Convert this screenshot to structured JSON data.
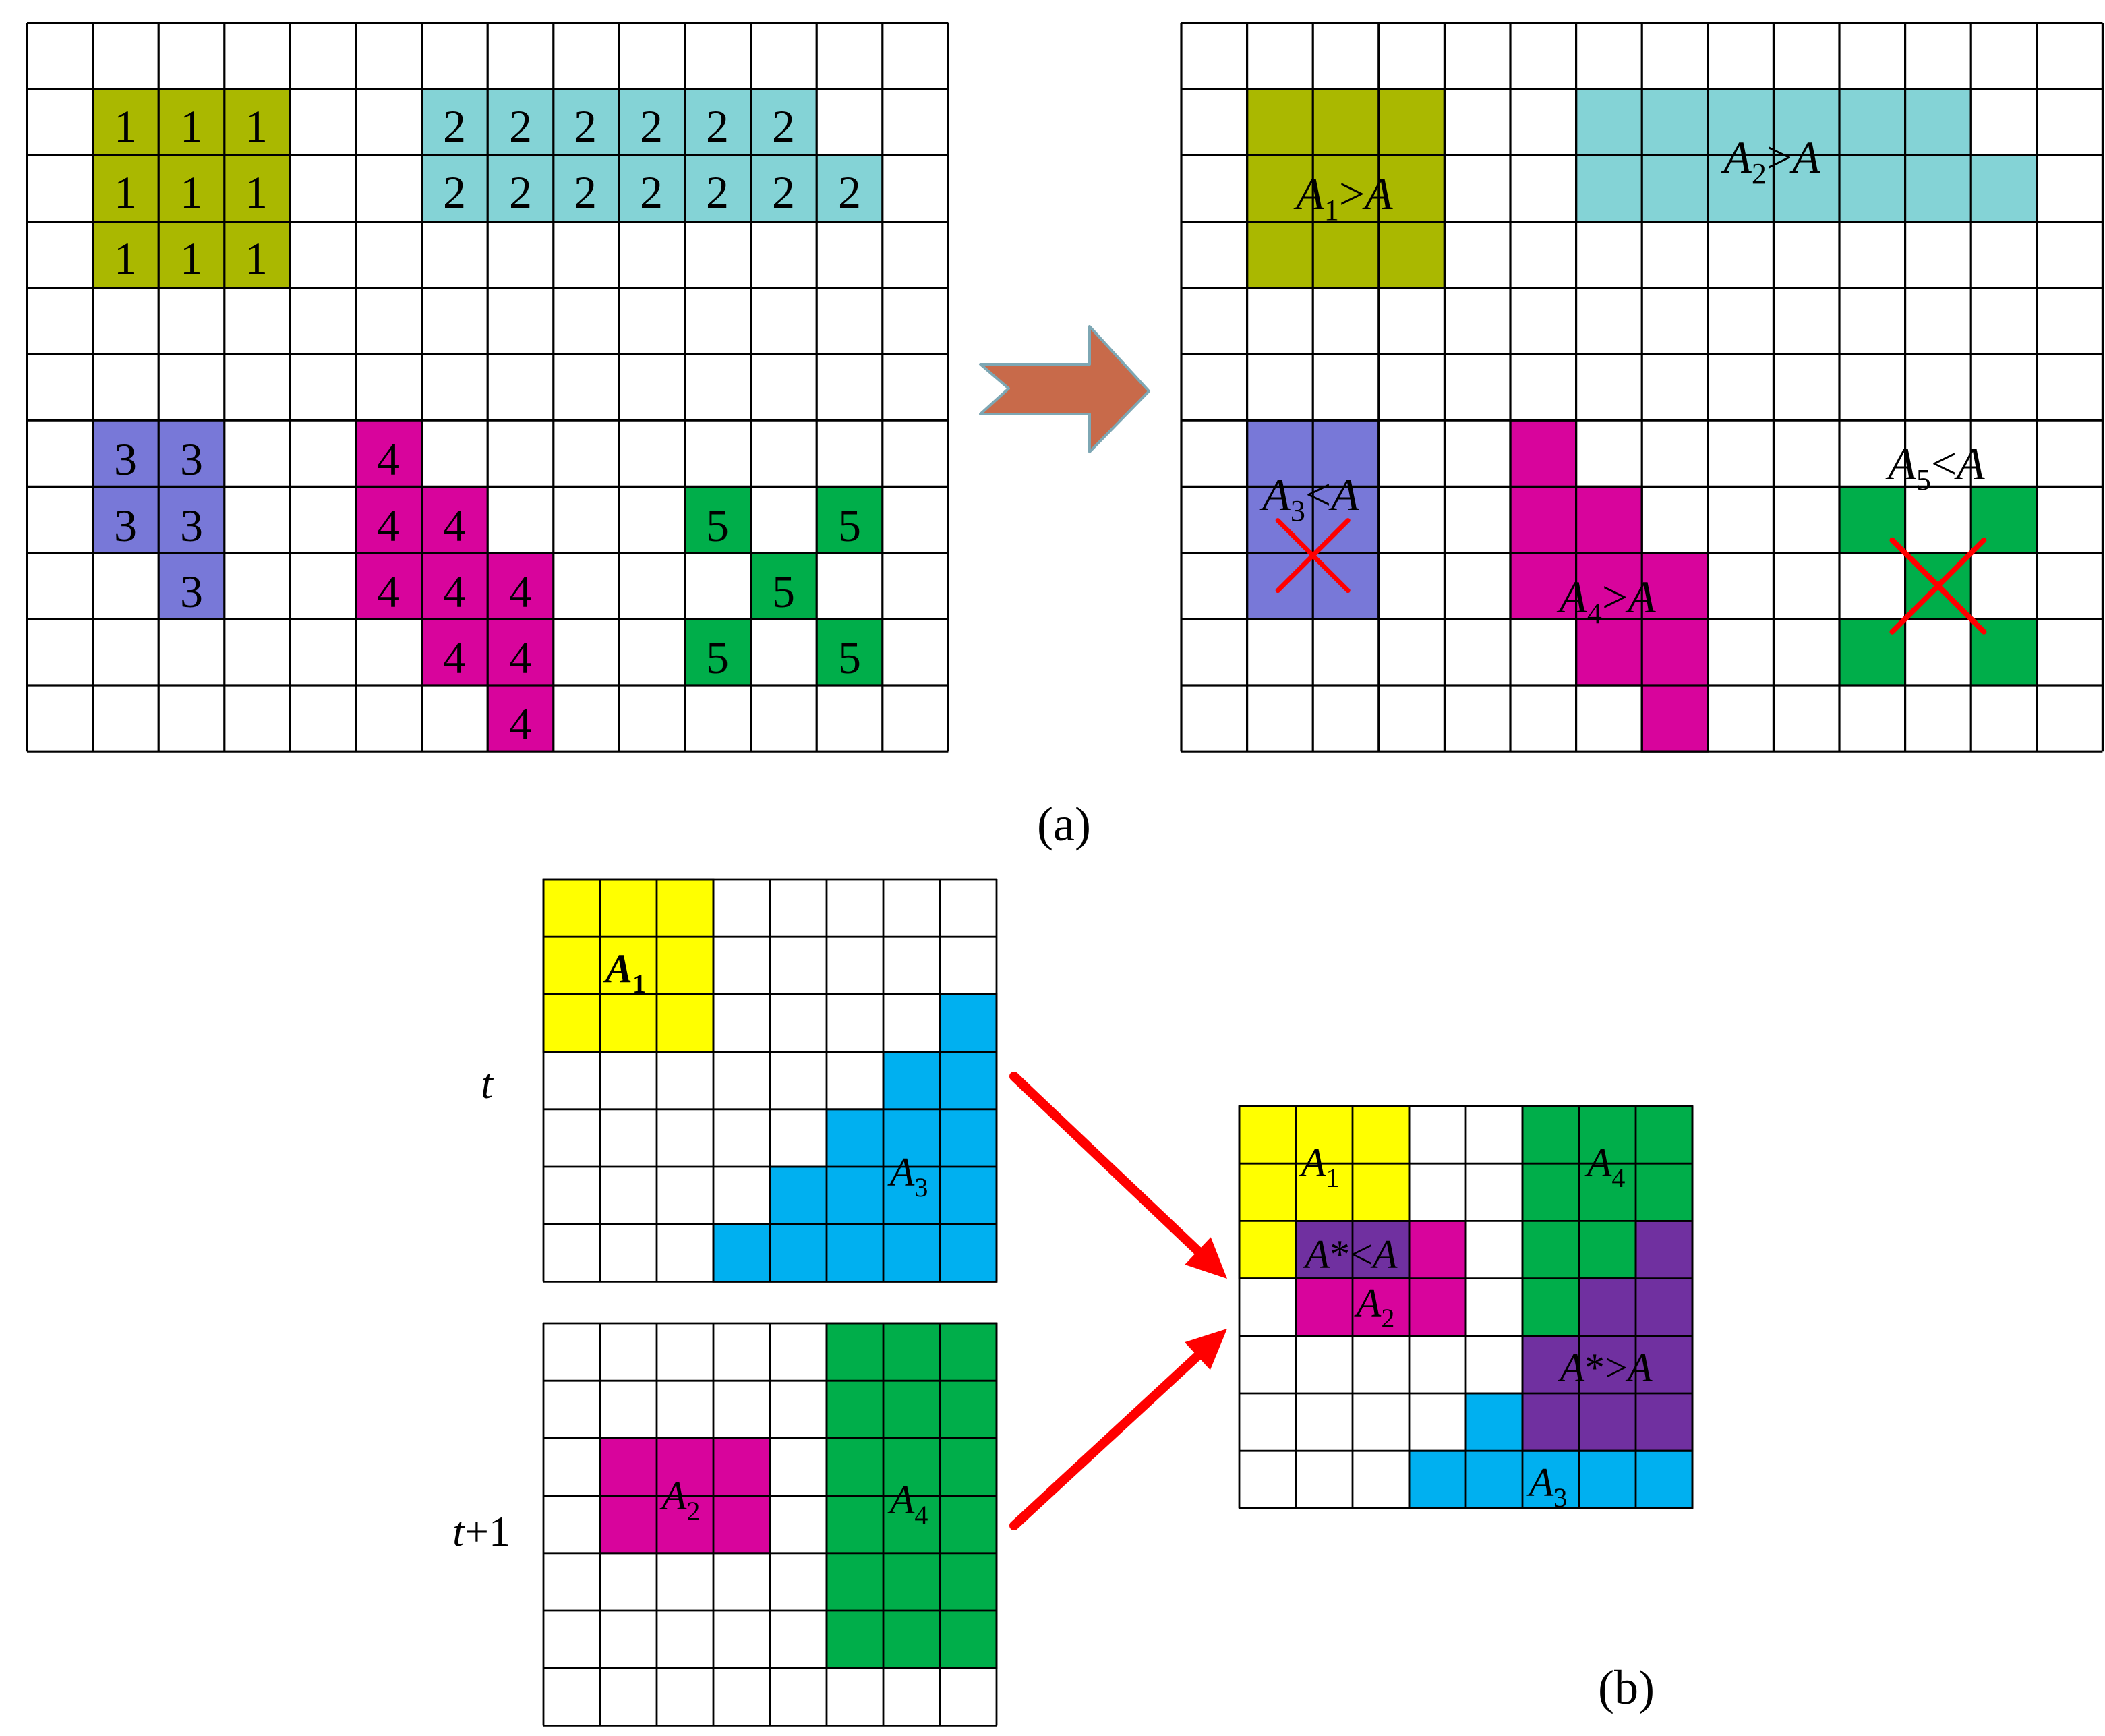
{
  "colors": {
    "olive": "#aab800",
    "cyan": "#84d3d6",
    "lavender": "#7878d8",
    "magenta": "#d8049c",
    "green": "#00ae4a",
    "yellow": "#ffff00",
    "sky": "#00b0f0",
    "purple": "#7030a0",
    "arrow": "#c86a4a",
    "arrow_edge": "#7da7b4",
    "red": "#ff0000",
    "grid": "#000000"
  },
  "panel_a": {
    "caption": "(a)",
    "left_grid": {
      "cols": 14,
      "rows": 11,
      "labels": {
        "r1": [
          "1",
          "1",
          "1",
          "2",
          "2",
          "2",
          "2",
          "2",
          "2"
        ],
        "r2": [
          "1",
          "1",
          "1",
          "2",
          "2",
          "2",
          "2",
          "2",
          "2",
          "2"
        ],
        "r3": [
          "1",
          "1",
          "1"
        ],
        "r6": [
          "3",
          "3",
          "4"
        ],
        "r7": [
          "3",
          "3",
          "4",
          "4",
          "5",
          "5"
        ],
        "r8": [
          "3",
          "4",
          "4",
          "4",
          "5"
        ],
        "r9": [
          "4",
          "4",
          "5",
          "5"
        ],
        "r10": [
          "4"
        ]
      }
    },
    "right_grid": {
      "cols": 14,
      "rows": 11,
      "region_labels": {
        "a1": {
          "sym": "A",
          "sub": "1",
          "rel": ">",
          "ref": "A"
        },
        "a2": {
          "sym": "A",
          "sub": "2",
          "rel": ">",
          "ref": "A"
        },
        "a3": {
          "sym": "A",
          "sub": "3",
          "rel": "<",
          "ref": "A"
        },
        "a4": {
          "sym": "A",
          "sub": "4",
          "rel": ">",
          "ref": "A"
        },
        "a5": {
          "sym": "A",
          "sub": "5",
          "rel": "<",
          "ref": "A"
        }
      }
    }
  },
  "panel_b": {
    "caption": "(b)",
    "row_labels": {
      "t": {
        "var": "t",
        "suffix": ""
      },
      "t1": {
        "var": "t",
        "suffix": "+1"
      }
    },
    "grid_t": {
      "cols": 8,
      "rows": 7
    },
    "grid_t1": {
      "cols": 8,
      "rows": 7
    },
    "result_grid": {
      "cols": 8,
      "rows": 7
    },
    "region_labels": {
      "a1_bold": {
        "sym": "A",
        "sub": "1"
      },
      "a3": {
        "sym": "A",
        "sub": "3"
      },
      "a2": {
        "sym": "A",
        "sub": "2"
      },
      "a4": {
        "sym": "A",
        "sub": "4"
      },
      "r_a1": {
        "sym": "A",
        "sub": "1"
      },
      "r_a4": {
        "sym": "A",
        "sub": "4"
      },
      "r_a2": {
        "sym": "A",
        "sub": "2"
      },
      "r_a3": {
        "sym": "A",
        "sub": "3"
      },
      "star_small": {
        "sym": "A",
        "star": "*",
        "rel": "<",
        "ref": "A"
      },
      "star_large": {
        "sym": "A",
        "star": "*",
        "rel": ">",
        "ref": "A"
      }
    }
  }
}
